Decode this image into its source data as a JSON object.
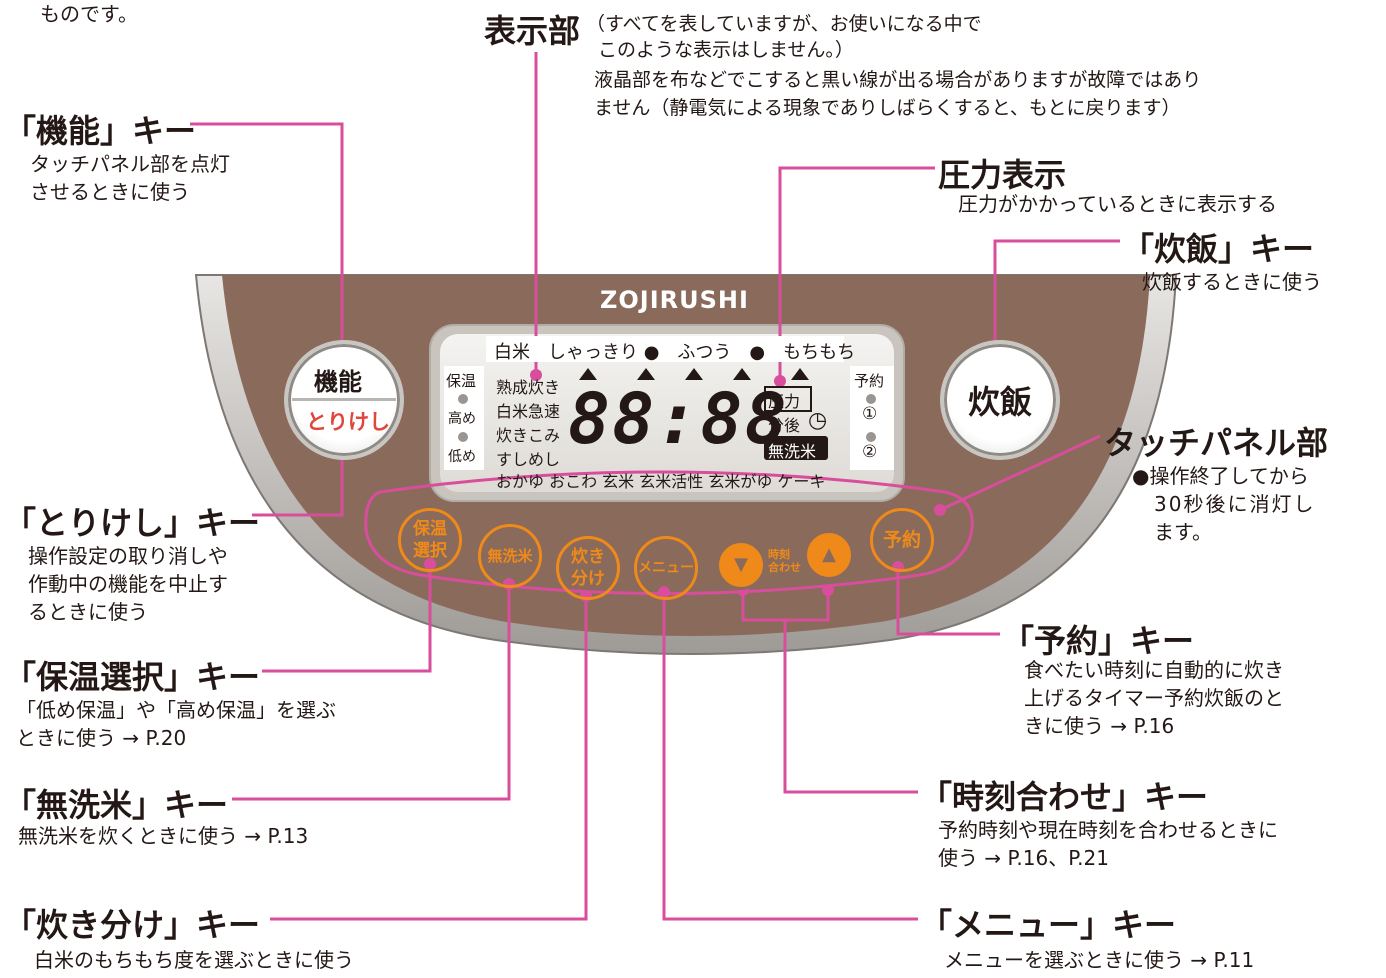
{
  "top_left_text": "ものです。",
  "display": {
    "title": "表示部",
    "note1": "（すべてを表していますが、お使いになる中で",
    "note2": "このような表示はしません。）",
    "note3": "液晶部を布などでこすると黒い線が出る場合がありますが故障ではあり",
    "note4": "ません（静電気による現象でありしばらくすると、もとに戻ります）"
  },
  "labels": {
    "kinou": {
      "title": "「機能」キー",
      "desc1": "タッチパネル部を点灯",
      "desc2": "させるときに使う"
    },
    "torikeshi": {
      "title": "「とりけし」キー",
      "desc1": "操作設定の取り消しや",
      "desc2": "作動中の機能を中止す",
      "desc3": "るときに使う"
    },
    "hoon": {
      "title": "「保温選択」キー",
      "desc1": "「低め保温」や「高め保温」を選ぶ",
      "desc2": "ときに使う → P.20"
    },
    "musenmai": {
      "title": "「無洗米」キー",
      "desc1": "無洗米を炊くときに使う → P.13"
    },
    "takiwake": {
      "title": "「炊き分け」キー",
      "desc1": "白米のもちもち度を選ぶときに使う"
    },
    "atsuryoku": {
      "title": "圧力表示",
      "desc1": "圧力がかかっているときに表示する"
    },
    "suihan": {
      "title": "「炊飯」キー",
      "desc1": "炊飯するときに使う"
    },
    "touch": {
      "title": "タッチパネル部",
      "desc1": "●操作終了してから",
      "desc2": "30秒後に消灯し",
      "desc3": "ます。"
    },
    "yoyaku": {
      "title": "「予約」キー",
      "desc1": "食べたい時刻に自動的に炊き",
      "desc2": "上げるタイマー予約炊飯のと",
      "desc3": "きに使う → P.16"
    },
    "jikoku": {
      "title": "「時刻合わせ」キー",
      "desc1": "予約時刻や現在時刻を合わせるときに",
      "desc2": "使う → P.16、P.21"
    },
    "menu": {
      "title": "「メニュー」キー",
      "desc1": "メニューを選ぶときに使う → P.11"
    }
  },
  "panel": {
    "brand": "ZOJIRUSHI",
    "kinou_btn": "機能",
    "torikeshi_btn": "とりけし",
    "suihan_btn": "炊飯",
    "lcd": {
      "top_row": "白米　しゃっきり ●　ふつう　●　もちもち",
      "hoon_label": "保温",
      "takame": "高め",
      "hikume": "低め",
      "menu1": "熟成炊き",
      "menu2": "白米急速",
      "menu3": "炊きこみ",
      "menu4": "すしめし",
      "digits": "88:88",
      "atsuryoku": "圧力",
      "fungo": "分後",
      "musenmai": "無洗米",
      "yoyaku_label": "予約",
      "yoyaku1": "①",
      "yoyaku2": "②",
      "bottom_row": "おかゆ おこわ 玄米 玄米活性 玄米がゆ ケーキ"
    },
    "keys": {
      "hoon": "保温\n選択",
      "musenmai": "無洗米",
      "takiwake": "炊き\n分け",
      "menu": "メニュー",
      "down": "▼",
      "jikoku": "時刻\n合わせ",
      "up": "▲",
      "yoyaku": "予約"
    }
  },
  "colors": {
    "leader": "#d94e9c",
    "panel_brown": "#8a6a5b",
    "key_orange": "#ef8a1a"
  }
}
